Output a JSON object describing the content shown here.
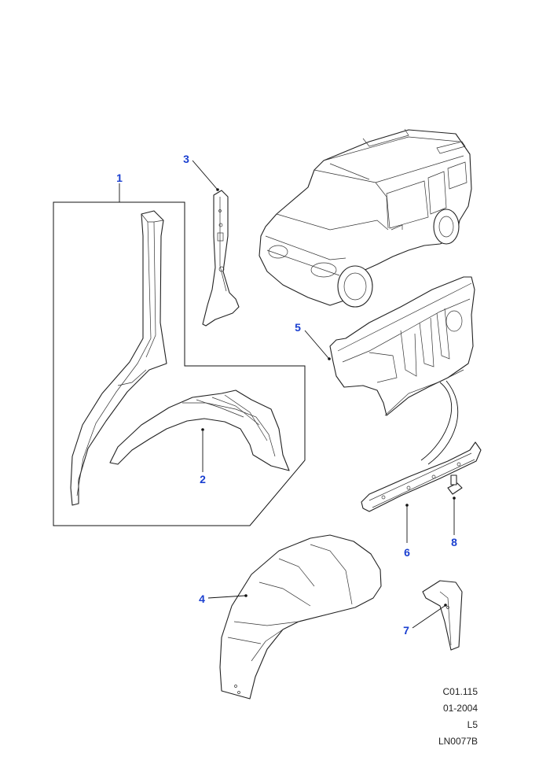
{
  "callouts": [
    "1",
    "2",
    "3",
    "4",
    "5",
    "6",
    "7",
    "8"
  ],
  "meta": {
    "ref": "C01.115",
    "date": "01-2004",
    "code": "L5",
    "drawing": "LN0077B"
  }
}
